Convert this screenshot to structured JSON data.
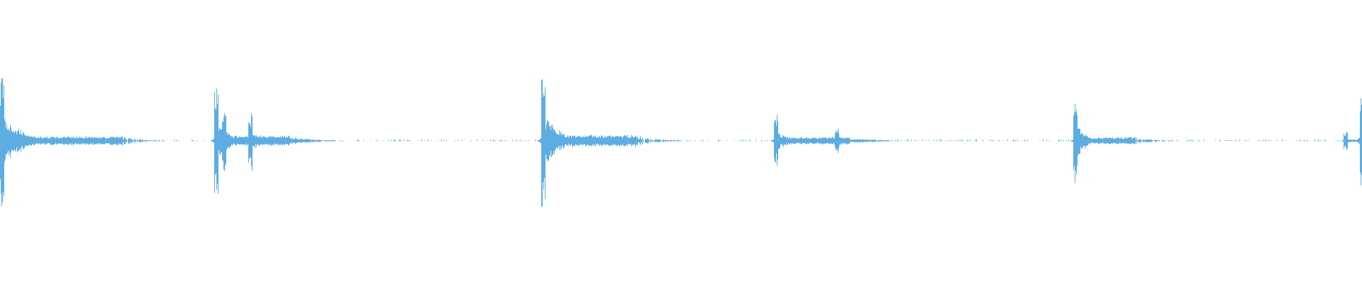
{
  "waveform": {
    "color": "#5dade2",
    "background": "#ffffff",
    "duration_units": 1000,
    "amplitude_range": [
      -1,
      1
    ],
    "baseline_amplitude": 0,
    "events": [
      {
        "t": 0,
        "peak_pos": 0.9,
        "peak_neg": 0.92,
        "tail": 90,
        "level": 0.06
      },
      {
        "t": 157,
        "peak_pos": 0.74,
        "peak_neg": 0.74,
        "tail": 55,
        "level": 0.07
      },
      {
        "t": 163,
        "peak_pos": 0.4,
        "peak_neg": 0.4,
        "tail": 40,
        "level": 0.05
      },
      {
        "t": 182,
        "peak_pos": 0.39,
        "peak_neg": 0.39,
        "tail": 45,
        "level": 0.03
      },
      {
        "t": 397,
        "peak_pos": 1.0,
        "peak_neg": 1.0,
        "tail": 70,
        "level": 0.08
      },
      {
        "t": 568,
        "peak_pos": 0.34,
        "peak_neg": 0.34,
        "tail": 55,
        "level": 0.05
      },
      {
        "t": 613,
        "peak_pos": 0.14,
        "peak_neg": 0.17,
        "tail": 30,
        "level": 0.02
      },
      {
        "t": 788,
        "peak_pos": 0.59,
        "peak_neg": 0.62,
        "tail": 45,
        "level": 0.05
      },
      {
        "t": 826,
        "peak_pos": 0.05,
        "peak_neg": 0.05,
        "tail": 15,
        "level": 0.01
      },
      {
        "t": 986,
        "peak_pos": 0.12,
        "peak_neg": 0.12,
        "tail": 12,
        "level": 0.02
      },
      {
        "t": 998,
        "peak_pos": 0.64,
        "peak_neg": 0.67,
        "tail": 5,
        "level": 0.1
      }
    ],
    "sparse_noise_level": 0.012
  }
}
